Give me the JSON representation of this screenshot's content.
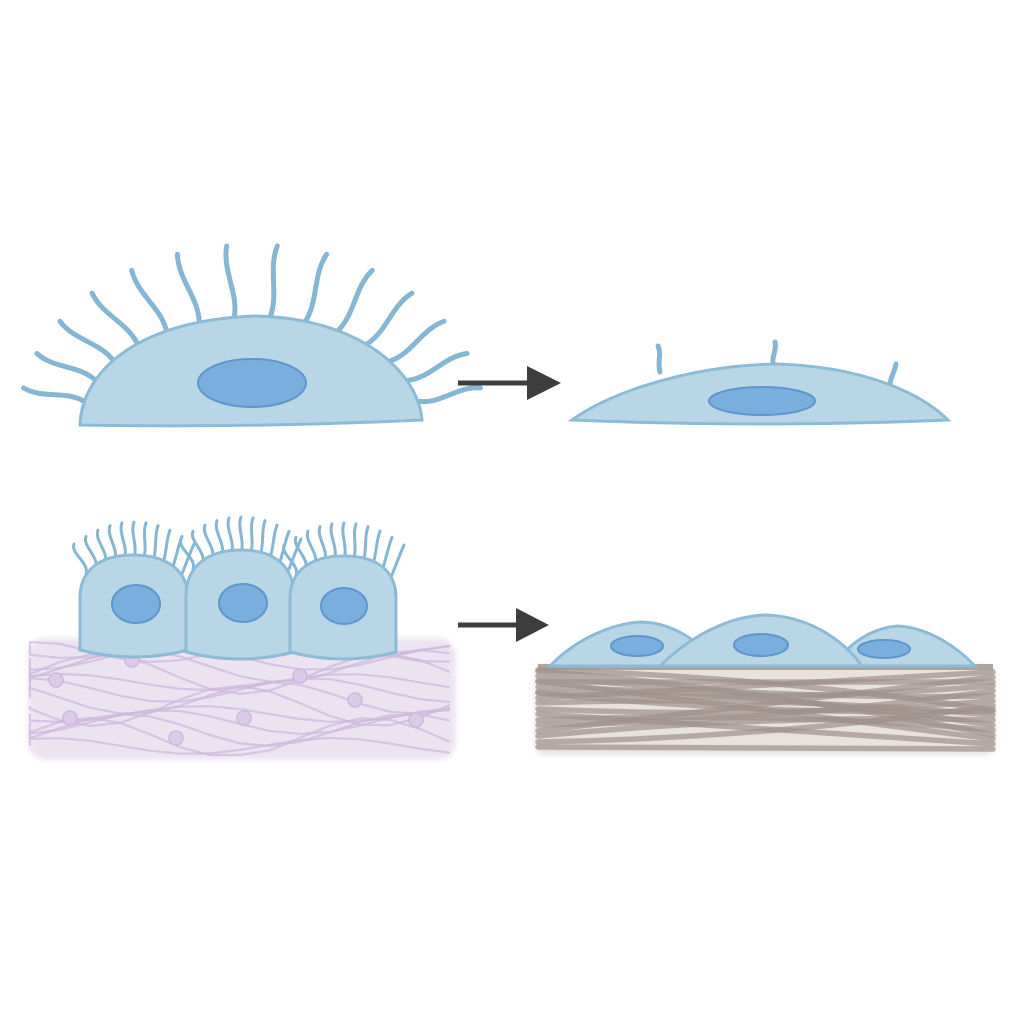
{
  "diagram": {
    "panels": [
      {
        "id": "single-ciliated-cell",
        "cilia_count": 14
      },
      {
        "id": "single-flattened-cell",
        "cilia_count": 3
      },
      {
        "id": "ciliated-epithelium-layer",
        "cell_count": 3
      },
      {
        "id": "flattened-epithelium-layer",
        "cell_count": 3
      }
    ],
    "arrows": 2,
    "colors": {
      "cell_fill": "#b9d6e6",
      "cell_stroke": "#8dbbd6",
      "nucleus_fill": "#7aaede",
      "nucleus_stroke": "#5f96cc",
      "cilia": "#86b6d3",
      "loose_matrix_fill": "#ece3f1",
      "loose_matrix_fibers": "#cdb9dc",
      "dense_matrix_fill": "#e7e2de",
      "dense_matrix_fibers": "#9e928c",
      "arrow": "#3d3d3d"
    }
  }
}
